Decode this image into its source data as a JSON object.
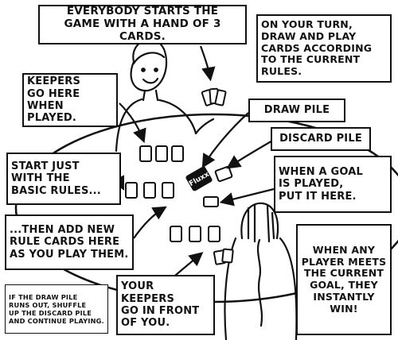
{
  "captions": {
    "start_hand": "Everybody starts the\ngame with a hand of 3 cards.",
    "your_turn": "On your turn,\ndraw and play\ncards according\nto the current rules.",
    "keepers_here": "Keepers\ngo here\nwhen played.",
    "draw_pile": "Draw pile",
    "discard_pile": "Discard pile",
    "basic_rules": "Start just\nwith the\nbasic rules...",
    "goal_played": "When a goal\nis played,\nput it here.",
    "new_rules": "...then add new\nrule cards here\nas you play them.",
    "win": "When any\nplayer meets\nthe current\ngoal, they\ninstantly\nwin!",
    "your_keepers": "Your keepers\ngo in front\nof you.",
    "draw_pile_out": "If the draw pile\nruns out, shuffle\nup the discard pile\nand continue playing."
  },
  "deck_logo": "Fluxx",
  "colors": {
    "ink": "#111111",
    "paper": "#ffffff"
  }
}
